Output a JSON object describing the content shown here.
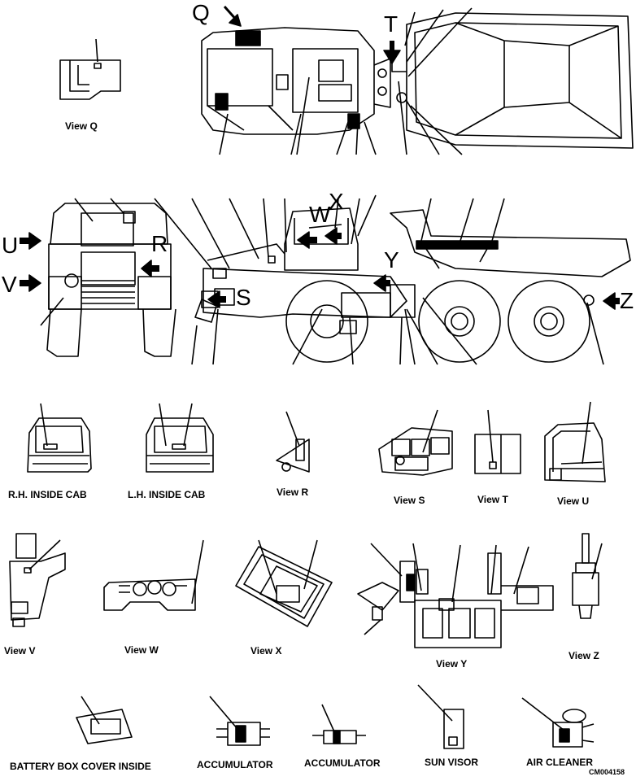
{
  "view_letters": {
    "q": "Q",
    "t": "T",
    "u": "U",
    "v": "V",
    "r": "R",
    "w": "W",
    "x": "X",
    "y": "Y",
    "s": "S",
    "z": "Z"
  },
  "captions": {
    "view_q": "View Q",
    "rh_inside_cab": "R.H. INSIDE CAB",
    "lh_inside_cab": "L.H. INSIDE CAB",
    "view_r": "View R",
    "view_s": "View S",
    "view_t": "View T",
    "view_u": "View U",
    "view_v": "View V",
    "view_w": "View W",
    "view_x": "View X",
    "view_y": "View Y",
    "view_z": "View Z",
    "battery_box": "BATTERY BOX COVER INSIDE",
    "accumulator_1": "ACCUMULATOR",
    "accumulator_2": "ACCUMULATOR",
    "sun_visor": "SUN VISOR",
    "air_cleaner": "AIR CLEANER"
  },
  "drawing_code": "CM004158",
  "colors": {
    "ink": "#000000",
    "paper": "#ffffff"
  }
}
